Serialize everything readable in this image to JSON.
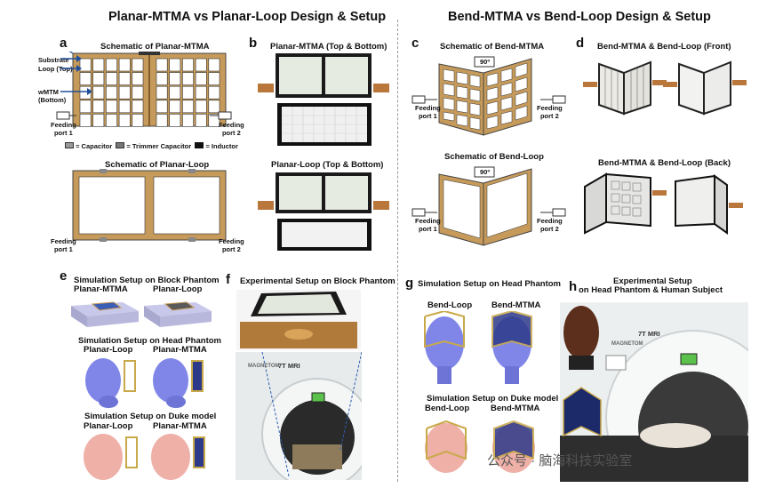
{
  "headers": {
    "left": "Planar-MTMA vs Planar-Loop Design & Setup",
    "right": "Bend-MTMA vs Bend-Loop Design & Setup"
  },
  "panels": {
    "a": {
      "label": "a",
      "title": "Schematic of Planar-MTMA",
      "substrate": "Substrate",
      "loop_top": "Loop (Top)",
      "wtm": "wMTM",
      "wtm_bottom": "(Bottom)",
      "feed1": "Feeding",
      "feed1b": "port 1",
      "feed2": "Feeding",
      "feed2b": "port 2",
      "legend_cap": "= Capacitor",
      "legend_trim": "= Trimmer Capacitor",
      "legend_ind": "= Inductor",
      "title2": "Schematic of Planar-Loop"
    },
    "b": {
      "label": "b",
      "title": "Planar-MTMA (Top & Bottom)",
      "title2": "Planar-Loop (Top & Bottom)"
    },
    "c": {
      "label": "c",
      "title": "Schematic of Bend-MTMA",
      "angle": "90º",
      "title2": "Schematic of Bend-Loop",
      "angle2": "90º",
      "feed1": "Feeding",
      "feed1b": "port 1",
      "feed2": "Feeding",
      "feed2b": "port 2"
    },
    "d": {
      "label": "d",
      "title": "Bend-MTMA & Bend-Loop (Front)",
      "title2": "Bend-MTMA & Bend-Loop (Back)"
    },
    "e": {
      "label": "e",
      "title": "Simulation Setup on Block Phantom",
      "left": "Planar-MTMA",
      "right": "Planar-Loop",
      "title2": "Simulation Setup on Head Phantom",
      "left2": "Planar-Loop",
      "right2": "Planar-MTMA",
      "title3": "Simulation Setup on Duke model",
      "left3": "Planar-Loop",
      "right3": "Planar-MTMA"
    },
    "f": {
      "label": "f",
      "title": "Experimental Setup on Block Phantom",
      "scanner_text": "7T MRI",
      "magnetom": "MAGNETOM"
    },
    "g": {
      "label": "g",
      "title": "Simulation Setup on Head Phantom",
      "left": "Bend-Loop",
      "right": "Bend-MTMA",
      "title2": "Simulation Setup on Duke model",
      "left2": "Bend-Loop",
      "right2": "Bend-MTMA"
    },
    "h": {
      "label": "h",
      "title": "Experimental Setup",
      "title2": "on Head Phantom & Human Subject",
      "scanner_text": "7T MRI",
      "magnetom": "MAGNETOM"
    }
  },
  "watermark": "公众号 · 脑海科技实验室",
  "colors": {
    "substrate": "#c69a5a",
    "grid": "#ffffff",
    "head_blue": "#7f86e8",
    "head_pink": "#efb0a8",
    "mri": "#e8eaec",
    "arrow": "#1f4f9a"
  }
}
